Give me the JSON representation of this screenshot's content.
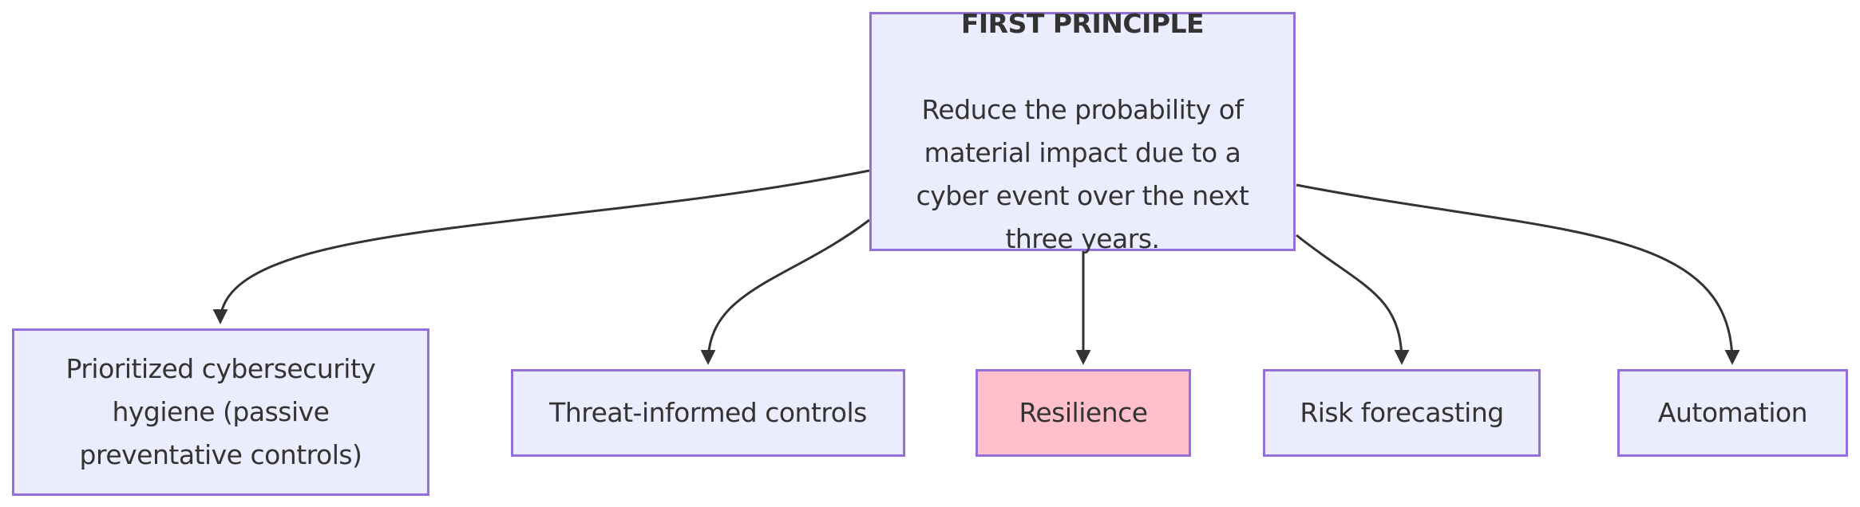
{
  "diagram": {
    "type": "flowchart",
    "direction": "top-down",
    "root": {
      "id": "first-principle",
      "title": "FIRST PRINCIPLE",
      "body": "Reduce the probability of\nmaterial impact due to a\ncyber event over the next\nthree years."
    },
    "children": [
      {
        "id": "hygiene",
        "label": "Prioritized cybersecurity\nhygiene (passive\npreventative controls)",
        "fill": "#ECECFF"
      },
      {
        "id": "threat",
        "label": "Threat-informed controls",
        "fill": "#ECECFF"
      },
      {
        "id": "resilience",
        "label": "Resilience",
        "fill": "#FFC0CB",
        "highlighted": true
      },
      {
        "id": "risk",
        "label": "Risk forecasting",
        "fill": "#ECECFF"
      },
      {
        "id": "automation",
        "label": "Automation",
        "fill": "#ECECFF"
      }
    ],
    "edges": [
      {
        "from": "first-principle",
        "to": "hygiene"
      },
      {
        "from": "first-principle",
        "to": "threat"
      },
      {
        "from": "first-principle",
        "to": "resilience"
      },
      {
        "from": "first-principle",
        "to": "risk"
      },
      {
        "from": "first-principle",
        "to": "automation"
      }
    ],
    "colors": {
      "node_fill": "#ECECFF",
      "node_border": "#9370DB",
      "highlight_fill": "#FFC0CB",
      "edge_stroke": "#333333",
      "text": "#333333",
      "background": "#FFFFFF"
    }
  }
}
